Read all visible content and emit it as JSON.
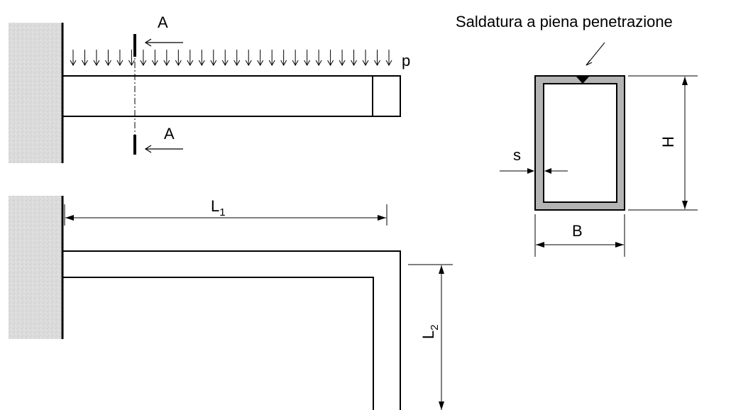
{
  "labels": {
    "weld_note": "Saldatura a piena penetrazione",
    "section_top": "A",
    "section_bottom": "A",
    "load": "p",
    "length1": "L",
    "length1_sub": "1",
    "length2": "L",
    "length2_sub": "2",
    "thickness": "s",
    "height": "H",
    "width": "B"
  },
  "load_arrow_count": 28,
  "colors": {
    "wall_fill": "#d8d8d8",
    "tube_wall": "#b4b4b4",
    "line": "#000000"
  }
}
